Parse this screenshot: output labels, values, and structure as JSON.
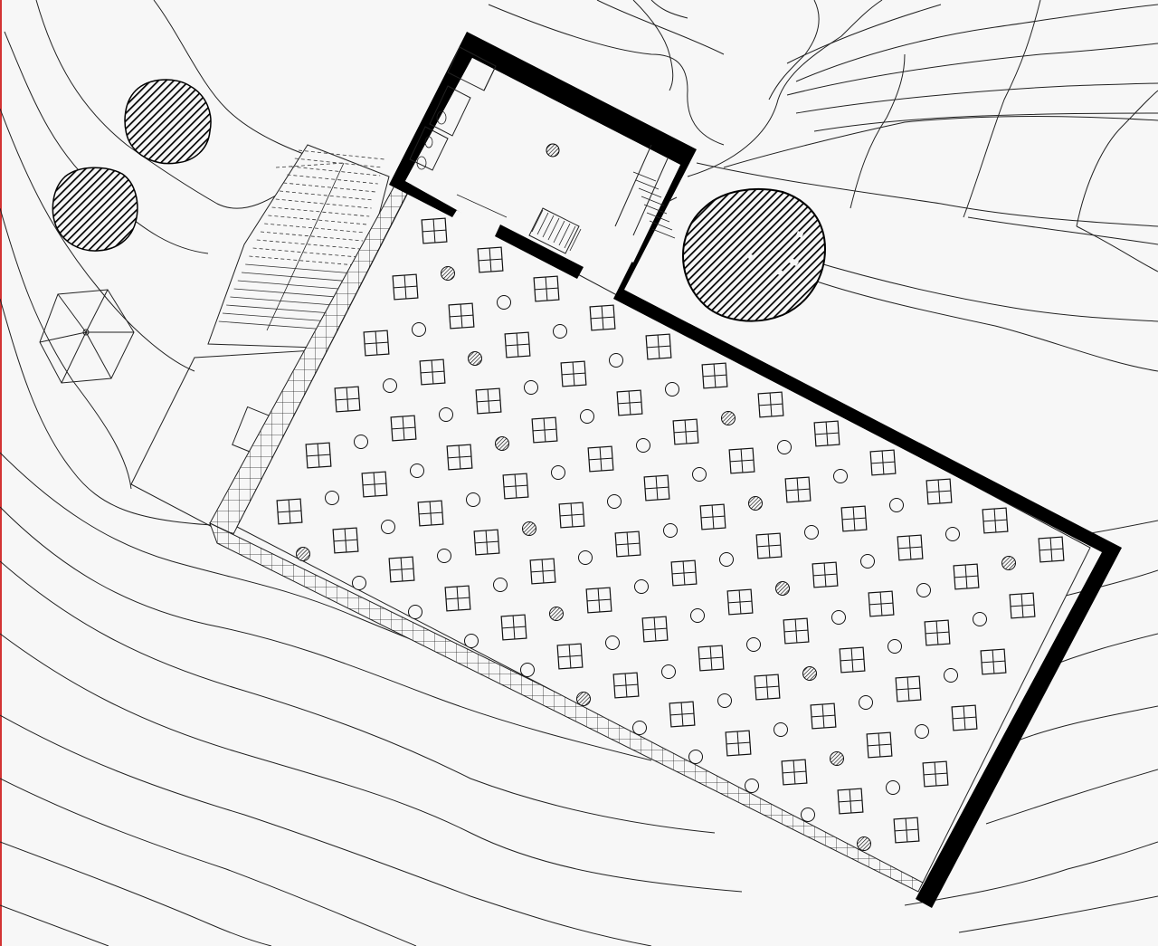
{
  "drawing": {
    "kind": "site-plan",
    "style": "black-and-white line drawing",
    "colors": {
      "background": "#f7f7f7",
      "line": "#222222",
      "wall": "#000000",
      "margin_line": "#d33333"
    },
    "elements": {
      "contour_lines": "topographic-contour-icon",
      "trees": [
        "tree-icon",
        "tree-icon",
        "tree-icon"
      ],
      "umbrella": "umbrella-icon",
      "building": "pavilion-building",
      "terrace": "planted-terrace",
      "staircase": "garden-staircase"
    }
  }
}
